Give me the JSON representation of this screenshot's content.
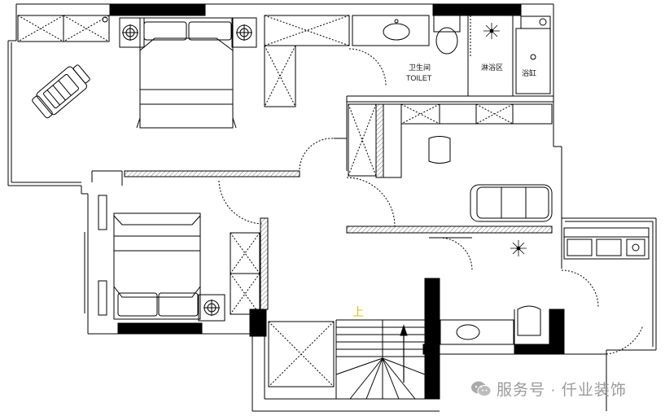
{
  "rooms": {
    "bathroom_cn": "卫生间",
    "bathroom_en": "TOILET",
    "shower": "淋浴区",
    "bathtub": "浴缸"
  },
  "annotations": {
    "up": "上",
    "note_1": "",
    "note_2": "",
    "note_3": "",
    "note_4": "",
    "note_5": ""
  },
  "watermark": {
    "text": "服务号 · 仟业装饰"
  },
  "colors": {
    "wall": "#000000",
    "hatch": "#8a8a8a",
    "annotation": "#c9c900",
    "watermark": "#9a9a9a"
  }
}
